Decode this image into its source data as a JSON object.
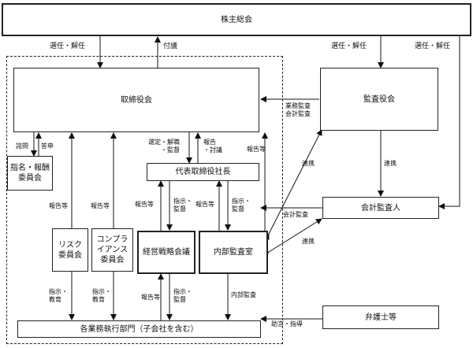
{
  "nodes": {
    "shareholders": "株主総会",
    "board": "取締役会",
    "auditors": "監査役会",
    "nomination": "指名・報酬\n委員会",
    "president": "代表取締役社長",
    "accounting_auditor": "会計監査人",
    "risk": "リスク\n委員会",
    "compliance": "コンプラ\nイアンス\n委員会",
    "strategy": "経営戦略会議",
    "internal_audit": "内部監査室",
    "lawyers": "弁護士等",
    "departments": "各業務執行部門（子会社を含む）"
  },
  "edges": {
    "appoint_board": "選任・解任",
    "refer": "付議",
    "appoint_auditors": "選任・解任",
    "appoint_accounting": "選任・解任",
    "consult": "諮問",
    "report_answer": "答申",
    "select_dismiss": "選定・解職\n・監督",
    "report_discuss": "報告\n・討議",
    "report_risk": "報告等",
    "report_compliance": "報告等",
    "report_ia_board": "報告等",
    "report_president_strategy": "報告等",
    "instruct_strategy": "指示・\n監督",
    "report_ia_president": "報告等",
    "instruct_ia": "指示・\n監督",
    "audit_board": "業務監査\n会計監査",
    "coop_1": "連携",
    "coop_2": "連携",
    "coop_3": "連携",
    "accounting_audit": "会計監査",
    "instruct_risk": "指示・\n教育",
    "instruct_compliance": "指示・\n教育",
    "report_dept_strategy": "報告等",
    "instruct_dept_strategy": "指示・\n監督",
    "internal_audit_dept": "内部監査",
    "advice": "助言・指導"
  }
}
